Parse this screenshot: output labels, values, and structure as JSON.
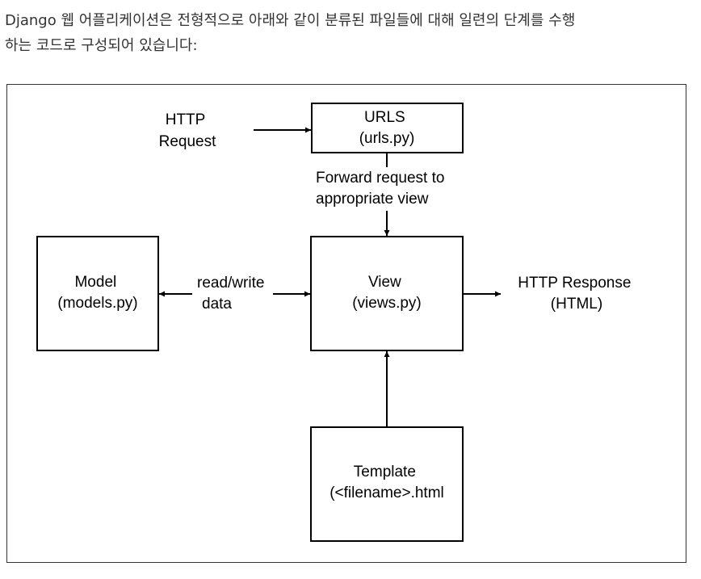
{
  "intro": {
    "line1": "Django 웹 어플리케이션은 전형적으로 아래와 같이 분류된 파일들에 대해 일련의 단계를 수행",
    "line2": "하는 코드로 구성되어 있습니다:"
  },
  "diagram": {
    "http_request": [
      "HTTP",
      "Request"
    ],
    "urls_box": [
      "URLS",
      "(urls.py)"
    ],
    "forward_label": [
      "Forward request to",
      "appropriate view"
    ],
    "model_box": [
      "Model",
      "(models.py)"
    ],
    "readwrite_label": [
      "read/write",
      "data"
    ],
    "view_box": [
      "View",
      "(views.py)"
    ],
    "response_label": [
      "HTTP Response",
      "(HTML)"
    ],
    "template_box": [
      "Template",
      "(<filename>.html"
    ]
  },
  "colors": {
    "stroke": "#000000",
    "text": "#333333"
  }
}
